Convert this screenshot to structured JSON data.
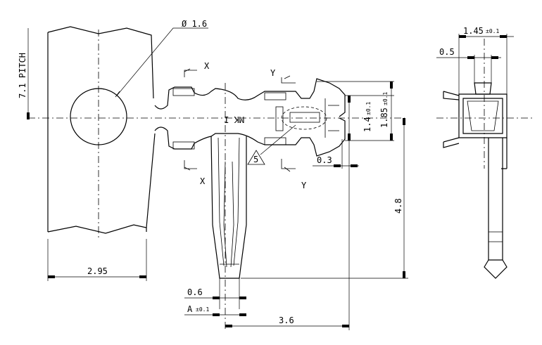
{
  "labels": {
    "diameter": "Ø 1.6",
    "pitch": "7.1 PITCH",
    "marking": "MK I",
    "section_x": "X",
    "section_y": "Y",
    "note_number": "5",
    "dim_2_95": "2.95",
    "dim_0_6": "0.6",
    "dim_a": "A",
    "dim_a_tol": "±0.1",
    "dim_3_6": "3.6",
    "dim_0_3": "0.3",
    "dim_4_8": "4.8",
    "dim_1_4": "1.4",
    "dim_1_4_tol": "±0.1",
    "dim_1_85": "1.85",
    "dim_1_85_tol": "±0.1",
    "dim_1_45": "1.45",
    "dim_1_45_tol": "±0.1",
    "dim_0_5": "0.5"
  },
  "colors": {
    "line": "#000000",
    "background": "#ffffff"
  }
}
